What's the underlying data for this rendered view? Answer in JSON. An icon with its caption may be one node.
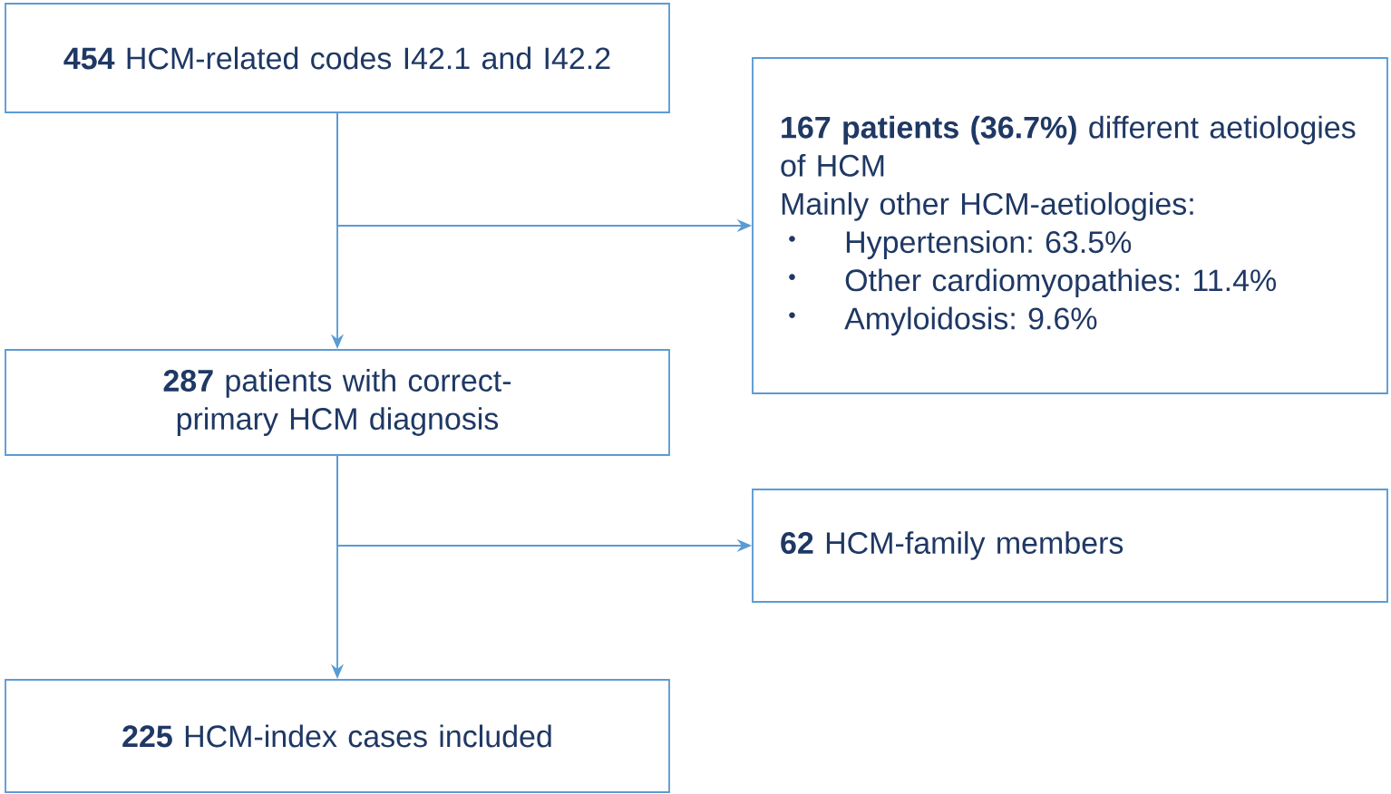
{
  "diagram": {
    "nodes": [
      {
        "text": [
          "**454** HCM-related codes I42.1 and I42.2"
        ]
      },
      {
        "text": [
          "**167 patients (36.7%)** different aetiologies of HCM",
          "Mainly other HCM-aetiologies:",
          "Hypertension: 63.5%",
          "Other cardiomyopathies: 11.4%",
          "Amyloidosis: 9.6%"
        ]
      },
      {
        "text": [
          "**287** patients with correct-primary HCM diagnosis"
        ]
      },
      {
        "text": [
          "**62** HCM-family members"
        ]
      },
      {
        "text": [
          "**225** HCM-index cases included"
        ]
      }
    ],
    "edges": [
      {
        "from": 0,
        "to": 2,
        "arrow": "to"
      },
      {
        "from": 0,
        "to": 1,
        "arrow": "to"
      },
      {
        "from": 2,
        "to": 4,
        "arrow": "to"
      },
      {
        "from": 2,
        "to": 3,
        "arrow": "to"
      }
    ]
  }
}
